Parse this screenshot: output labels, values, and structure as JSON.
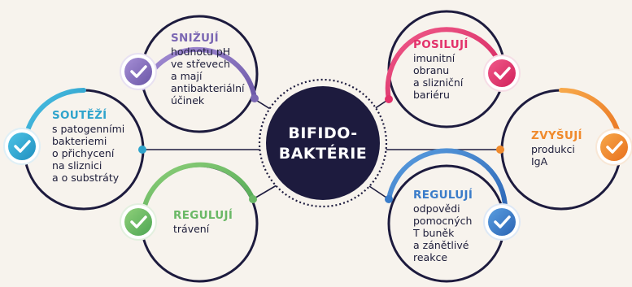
{
  "center": {
    "label": "BIFIDO-\nBAKTÉRIE",
    "fill": "#1d1b3e"
  },
  "items": [
    {
      "id": "snizuji",
      "title": "SNIŽUJÍ",
      "body": "hodnotu pH\nve střevech\na mají\nantibakteriální\núčinek",
      "color": "#7b67b3",
      "icon": "check-icon"
    },
    {
      "id": "soutezi",
      "title": "SOUTĚŽÍ",
      "body": "s patogenními\nbakteriemi\no přichycení\nna sliznici\na o substráty",
      "color": "#2fa4cc",
      "icon": "check-icon"
    },
    {
      "id": "reguluji-traveni",
      "title": "REGULUJÍ",
      "body": "trávení",
      "color": "#6ab866",
      "icon": "check-icon"
    },
    {
      "id": "posiluji",
      "title": "POSILUJÍ",
      "body": "imunitní\nobranu\na slizniční\nbariéru",
      "color": "#e3326b",
      "icon": "check-icon"
    },
    {
      "id": "zvysuji",
      "title": "ZVYŠUJÍ",
      "body": "produkci\nIgA",
      "color": "#f08a2c",
      "icon": "check-icon"
    },
    {
      "id": "reguluji-odpovedi",
      "title": "REGULUJÍ",
      "body": "odpovědi\npomocných\nT buněk\na zánětlivé\nreakce",
      "color": "#3a7cc9",
      "icon": "check-icon"
    }
  ],
  "palette": {
    "dark": "#1d1b3e",
    "background": "#f7f3ed"
  }
}
